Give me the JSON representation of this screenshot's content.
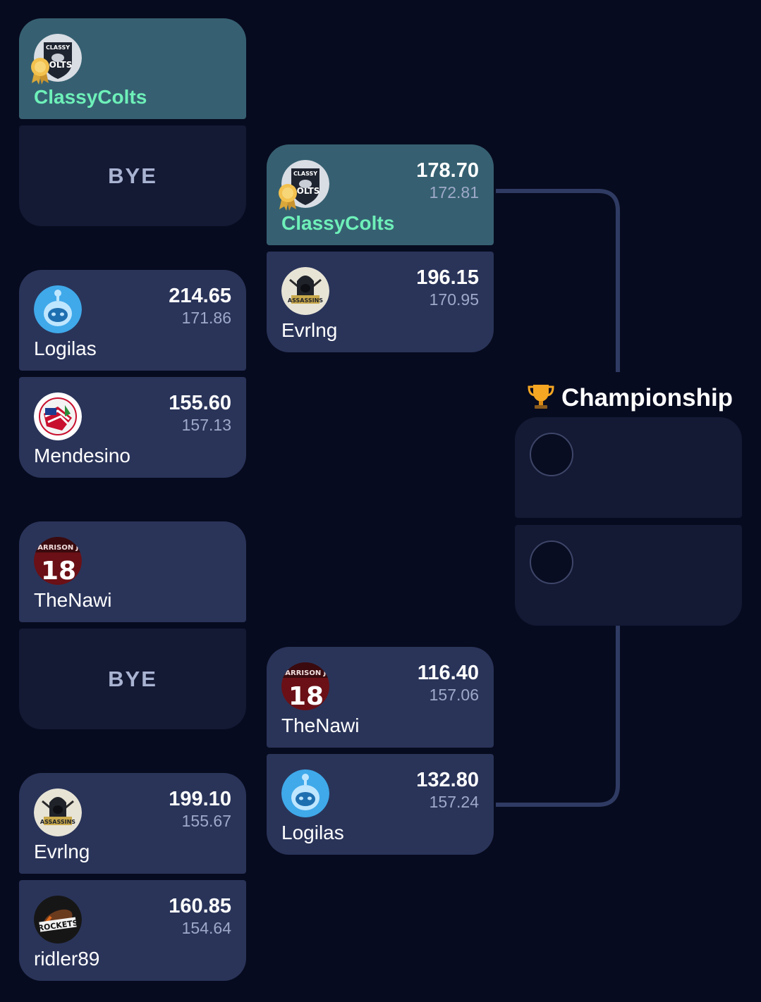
{
  "round1": {
    "m1": {
      "team": "ClassyColts",
      "bye": "BYE"
    },
    "m2": {
      "top": {
        "team": "Logilas",
        "score": "214.65",
        "projected": "171.86"
      },
      "bottom": {
        "team": "Mendesino",
        "score": "155.60",
        "projected": "157.13"
      }
    },
    "m3": {
      "team": "TheNawi",
      "bye": "BYE"
    },
    "m4": {
      "top": {
        "team": "Evrlng",
        "score": "199.10",
        "projected": "155.67"
      },
      "bottom": {
        "team": "ridler89",
        "score": "160.85",
        "projected": "154.64"
      }
    }
  },
  "round2": {
    "m1": {
      "top": {
        "team": "ClassyColts",
        "score": "178.70",
        "projected": "172.81"
      },
      "bottom": {
        "team": "Evrlng",
        "score": "196.15",
        "projected": "170.95"
      }
    },
    "m2": {
      "top": {
        "team": "TheNawi",
        "score": "116.40",
        "projected": "157.06"
      },
      "bottom": {
        "team": "Logilas",
        "score": "132.80",
        "projected": "157.24"
      }
    }
  },
  "championship": {
    "title": "Championship"
  },
  "logo_text": {
    "classy": "CLASSY",
    "olts": "OLTS",
    "harrison": "HARRISON JR",
    "number": "18",
    "assassins": "ASSASSINS",
    "rockets": "ROCKETS"
  },
  "colors": {
    "background": "#070b1f",
    "card": "#2a3459",
    "winner_card": "#366071",
    "winner_name": "#6ef0b9",
    "bye_card": "#141934",
    "connector": "#2f3b63"
  }
}
